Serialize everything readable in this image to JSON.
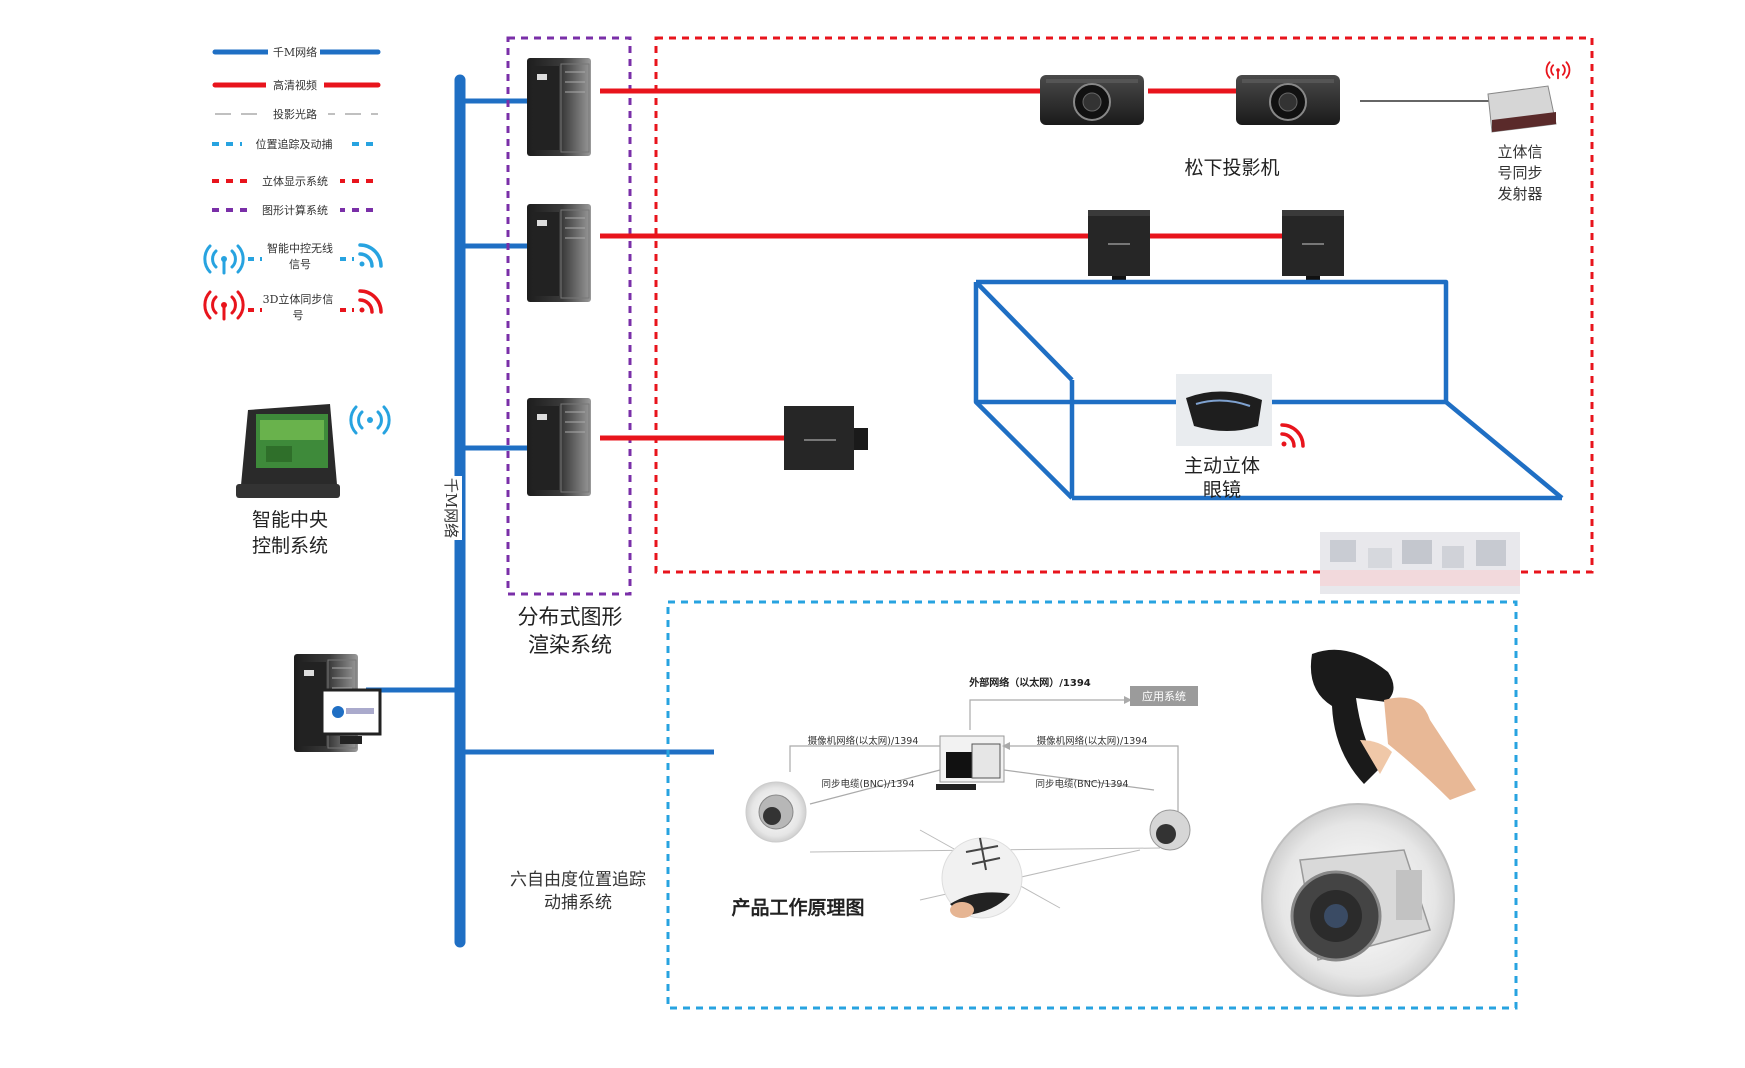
{
  "legend": {
    "network": "千M网络",
    "hd_video": "高清视频",
    "projection": "投影光路",
    "tracking": "位置追踪及动捕",
    "stereo_display": "立体显示系统",
    "graphics_compute": "图形计算系统",
    "wireless_line1": "智能中控无线",
    "wireless_line2": "信号",
    "sync_line1": "3D立体同步信",
    "sync_line2": "号"
  },
  "labels": {
    "panasonic_projector": "松下投影机",
    "emitter_line1": "立体信",
    "emitter_line2": "号同步",
    "emitter_line3": "发射器",
    "glasses_line1": "主动立体",
    "glasses_line2": "眼镜",
    "control_line1": "智能中央",
    "control_line2": "控制系统",
    "network_bus": "千M网络",
    "render_line1": "分布式图形",
    "render_line2": "渲染系统",
    "tracking_line1": "六自由度位置追踪",
    "tracking_line2": "动捕系统",
    "principle_title": "产品工作原理图",
    "external_network": "外部网络（以太网）/1394",
    "app_system": "应用系统",
    "camera_net_left": "摄像机网络(以太网)/1394",
    "camera_net_right": "摄像机网络(以太网)/1394",
    "sync_cable_left": "同步电缆(BNC)/1394",
    "sync_cable_right": "同步电缆(BNC)/1394"
  },
  "colors": {
    "network_blue": "#1f6fc4",
    "video_red": "#e8141c",
    "stereo_red_dashed": "#e8141c",
    "graphics_purple_dashed": "#7a2fa8",
    "tracking_cyan_dashed": "#27a3e0",
    "device_dark": "#2a2a2a"
  },
  "icons": {
    "wireless_signal": "wireless-signal-icon",
    "stereo_sync_signal": "stereo-sync-signal-icon"
  }
}
